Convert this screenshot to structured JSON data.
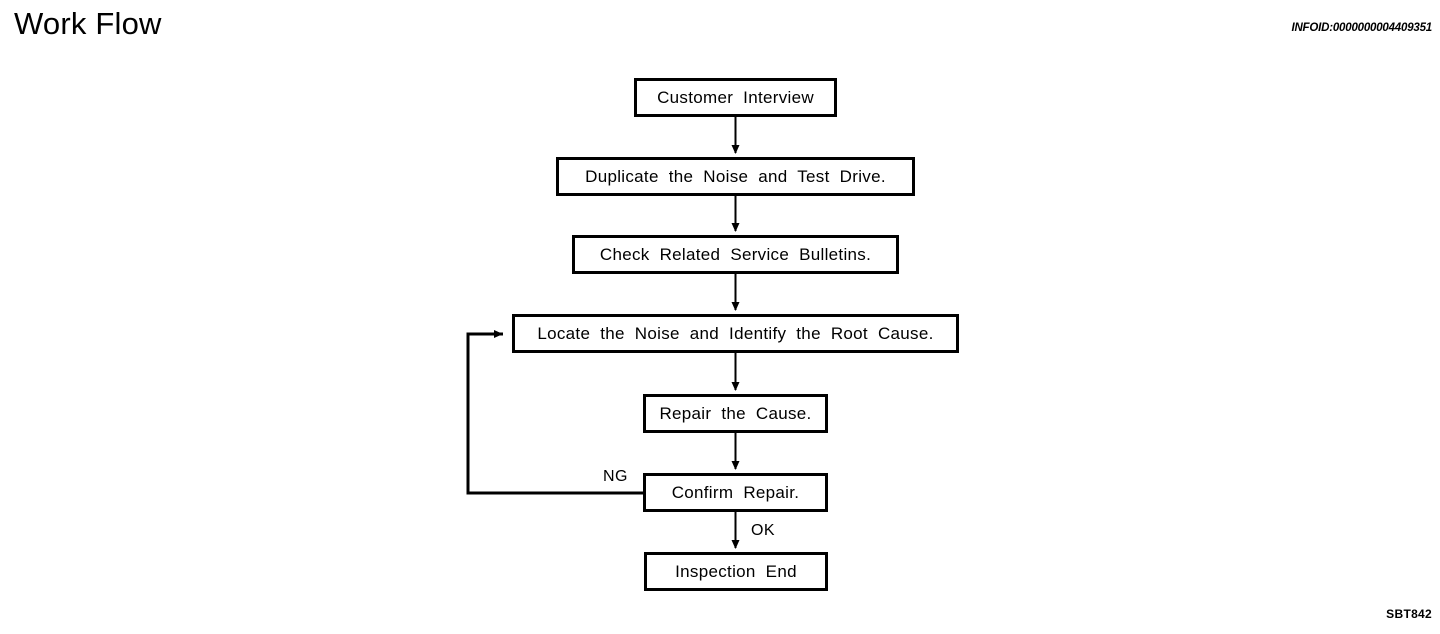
{
  "header": {
    "title": "Work Flow",
    "infoid": "INFOID:0000000004409351"
  },
  "footer": {
    "figure_code": "SBT842"
  },
  "flowchart": {
    "nodes": [
      {
        "id": "customer-interview",
        "label": "Customer  Interview"
      },
      {
        "id": "duplicate-noise",
        "label": "Duplicate  the  Noise  and  Test  Drive."
      },
      {
        "id": "check-bulletins",
        "label": "Check  Related  Service  Bulletins."
      },
      {
        "id": "locate-noise",
        "label": "Locate  the  Noise  and  Identify  the  Root  Cause."
      },
      {
        "id": "repair-cause",
        "label": "Repair  the  Cause."
      },
      {
        "id": "confirm-repair",
        "label": "Confirm  Repair."
      },
      {
        "id": "inspection-end",
        "label": "Inspection  End"
      }
    ],
    "edge_labels": {
      "ng": "NG",
      "ok": "OK"
    },
    "colors": {
      "stroke": "#000000",
      "fill": "#ffffff"
    }
  }
}
